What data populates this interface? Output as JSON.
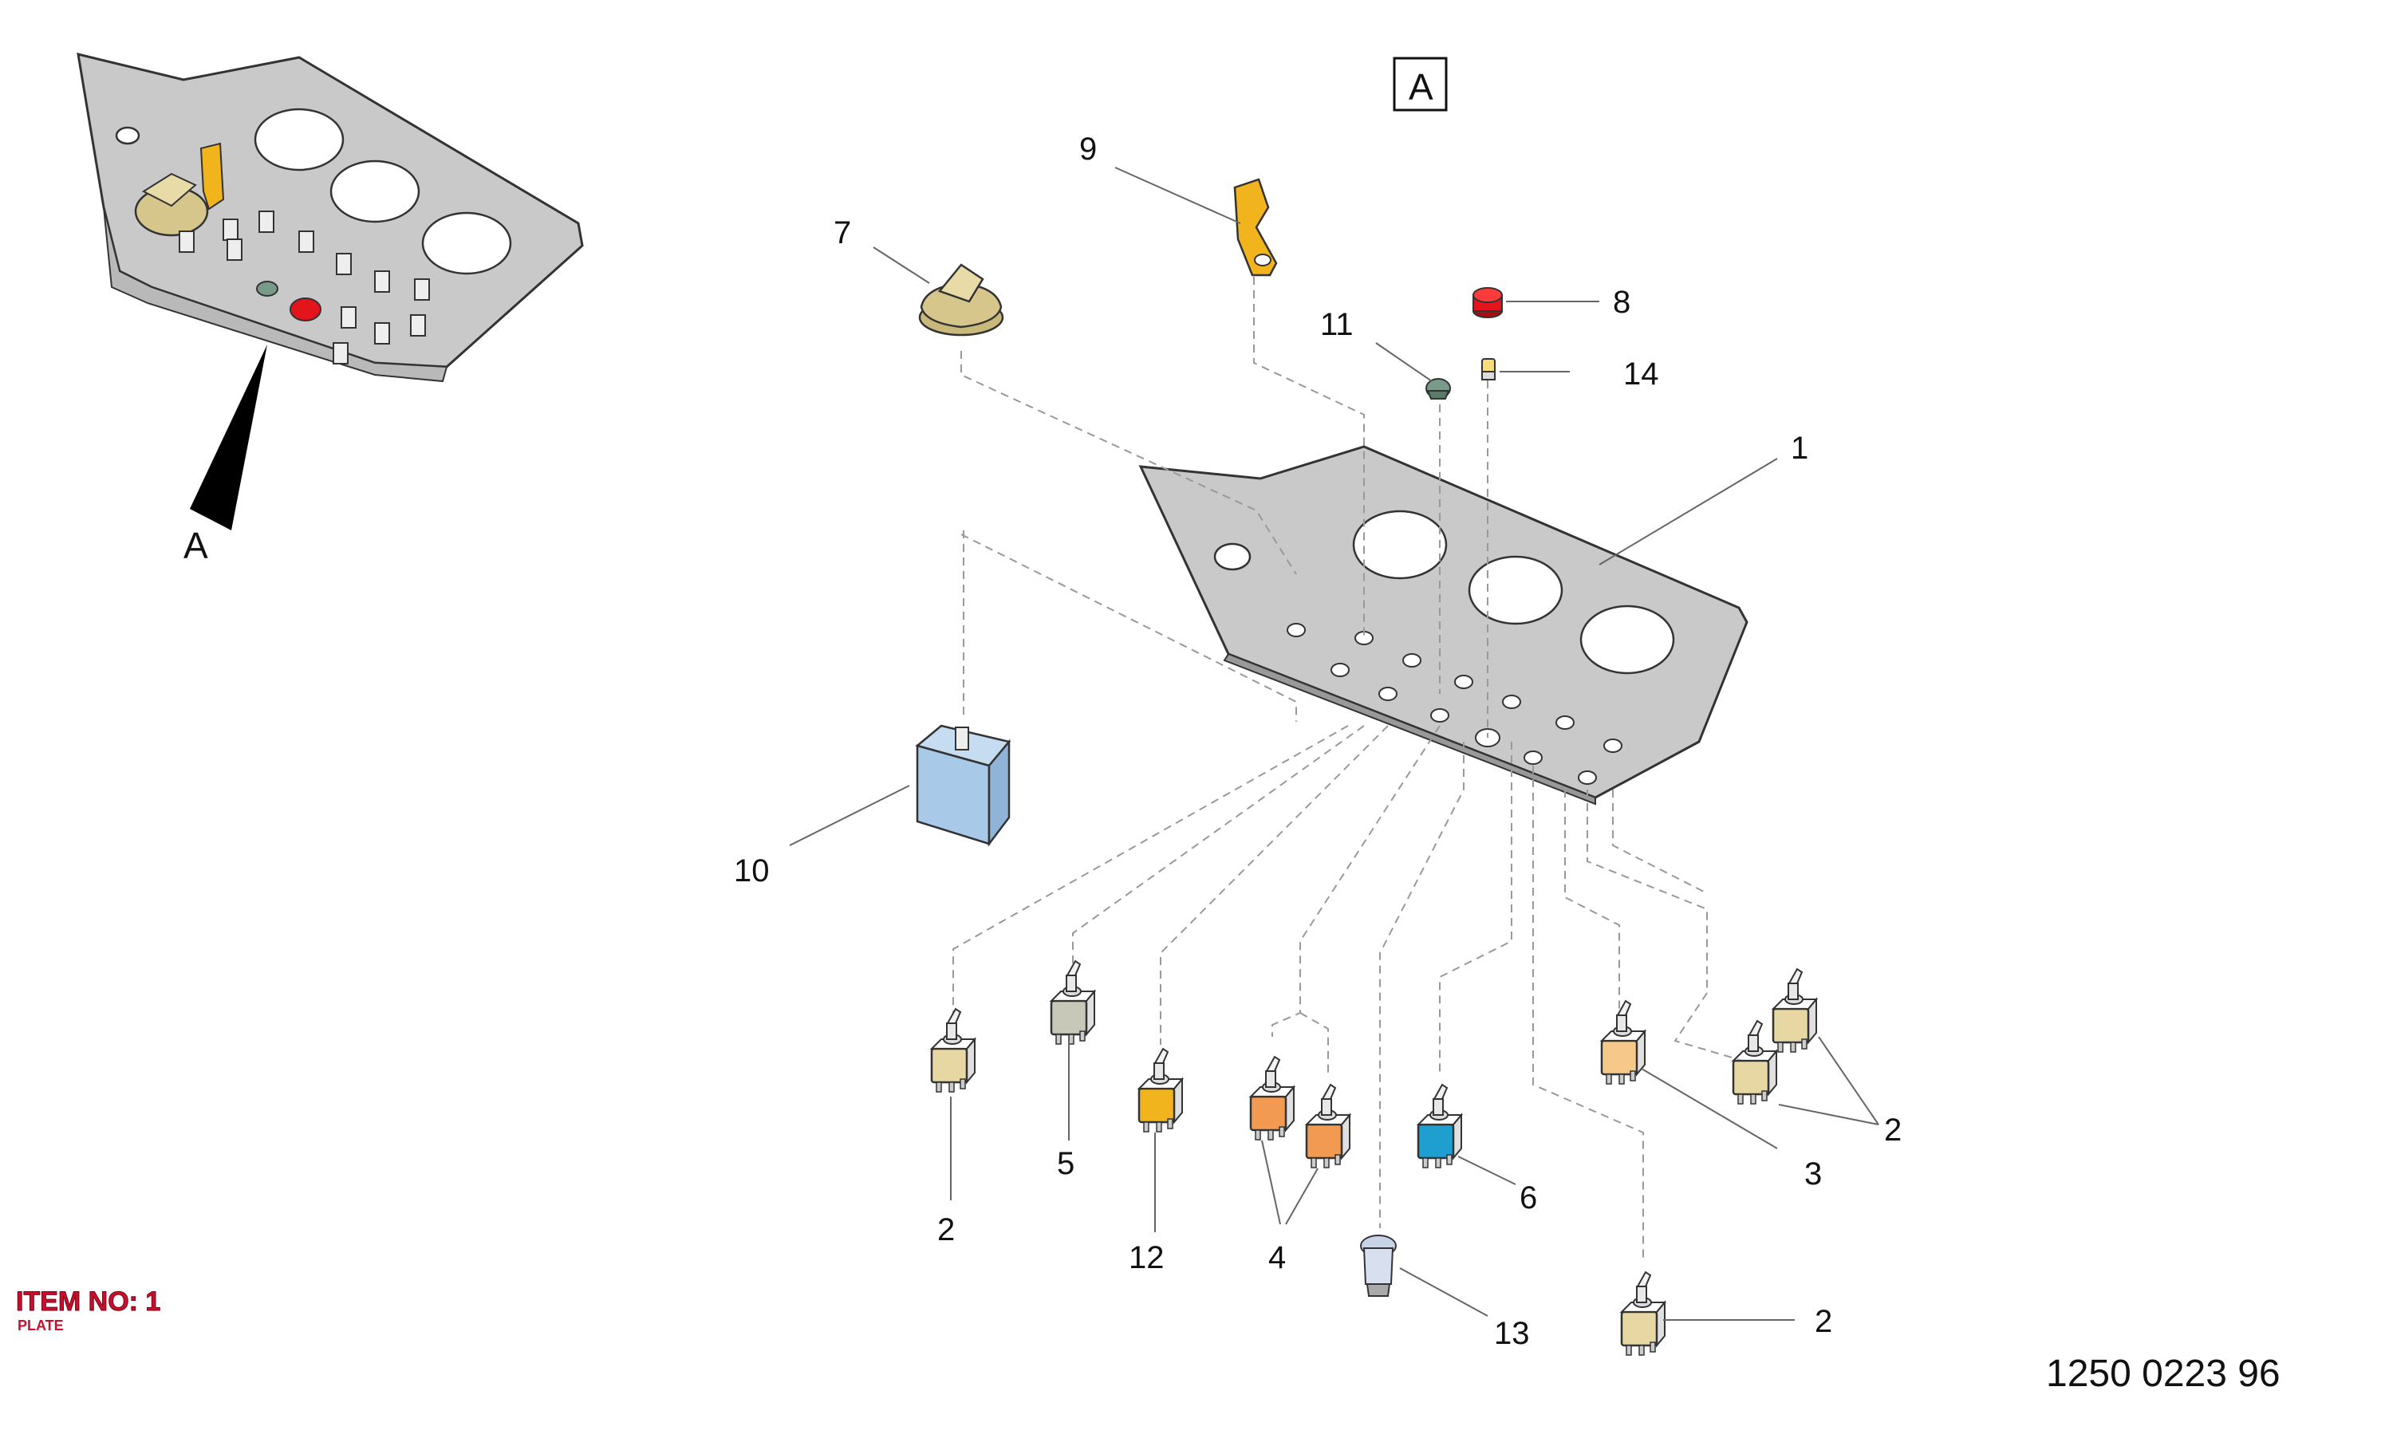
{
  "view_label": "A",
  "overview_label": "A",
  "item": {
    "number_text": "ITEM NO: 1",
    "description": "PLATE"
  },
  "drawing_number": "1250 0223 96",
  "callouts": [
    {
      "id": "c9",
      "text": "9"
    },
    {
      "id": "c7",
      "text": "7"
    },
    {
      "id": "c8",
      "text": "8"
    },
    {
      "id": "c11",
      "text": "11"
    },
    {
      "id": "c14",
      "text": "14"
    },
    {
      "id": "c1",
      "text": "1"
    },
    {
      "id": "c10",
      "text": "10"
    },
    {
      "id": "c2a",
      "text": "2"
    },
    {
      "id": "c5",
      "text": "5"
    },
    {
      "id": "c12",
      "text": "12"
    },
    {
      "id": "c4",
      "text": "4"
    },
    {
      "id": "c6",
      "text": "6"
    },
    {
      "id": "c13",
      "text": "13"
    },
    {
      "id": "c3",
      "text": "3"
    },
    {
      "id": "c2b",
      "text": "2"
    },
    {
      "id": "c2c",
      "text": "2"
    }
  ],
  "colors": {
    "plate": "#c9c9c9",
    "switch_beige": "#e6d7a3",
    "switch_grey": "#c8c8b8",
    "switch_yellow": "#f2b41c",
    "switch_orange": "#f29a52",
    "switch_cyan": "#1e9fcf",
    "switch_peach": "#f6c98a",
    "lamp_red": "#e3141b",
    "lamp_green": "#7a9a8a",
    "relay_blue": "#a9c9e8",
    "knob_tan": "#d6c68c",
    "item_text": "#c8102e"
  }
}
